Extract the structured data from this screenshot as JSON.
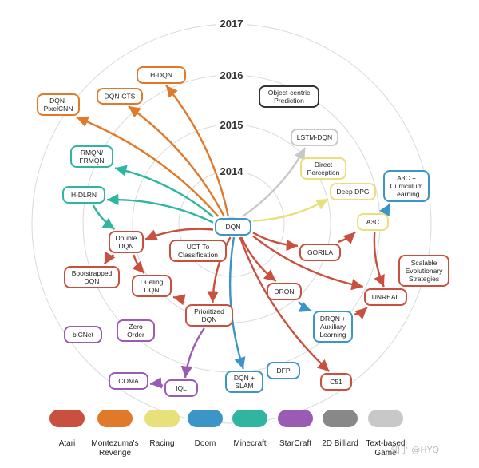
{
  "years": [
    "2017",
    "2016",
    "2015",
    "2014"
  ],
  "colors": {
    "atari": "#c9503e",
    "montezuma": "#e07a2a",
    "racing": "#e8e07a",
    "doom": "#3b95c7",
    "minecraft": "#2fb5a0",
    "starcraft": "#9a5bb5",
    "billiard": "#888888",
    "textgame": "#c8c8c8"
  },
  "nodes": [
    {
      "id": "hdqn",
      "lines": [
        "H-DQN"
      ],
      "color": "montezuma"
    },
    {
      "id": "dqncts",
      "lines": [
        "DQN-CTS"
      ],
      "color": "montezuma"
    },
    {
      "id": "dqnpixelcnn",
      "lines": [
        "DQN-",
        "PixelCNN"
      ],
      "color": "montezuma"
    },
    {
      "id": "objcentric",
      "lines": [
        "Object-centric",
        "Prediction"
      ],
      "color": "black"
    },
    {
      "id": "lstmdqn",
      "lines": [
        "LSTM-DQN"
      ],
      "color": "textgame"
    },
    {
      "id": "directperc",
      "lines": [
        "Direct",
        "Perception"
      ],
      "color": "racing"
    },
    {
      "id": "deepdpg",
      "lines": [
        "Deep DPG"
      ],
      "color": "racing"
    },
    {
      "id": "a3ccurr",
      "lines": [
        "A3C +",
        "Curriculum",
        "Learning"
      ],
      "color": "doom"
    },
    {
      "id": "a3c",
      "lines": [
        "A3C"
      ],
      "color": "racing"
    },
    {
      "id": "rmqn",
      "lines": [
        "RMQN/",
        "FRMQN"
      ],
      "color": "minecraft"
    },
    {
      "id": "hdlrn",
      "lines": [
        "H-DLRN"
      ],
      "color": "minecraft"
    },
    {
      "id": "dqn",
      "lines": [
        "DQN"
      ],
      "color": "doom"
    },
    {
      "id": "doubledqn",
      "lines": [
        "Double",
        "DQN"
      ],
      "color": "atari"
    },
    {
      "id": "uct",
      "lines": [
        "UCT To",
        "Classification"
      ],
      "color": "atari"
    },
    {
      "id": "gorila",
      "lines": [
        "GORILA"
      ],
      "color": "atari"
    },
    {
      "id": "scalable",
      "lines": [
        "Scalable",
        "Evolutionary",
        "Strategies"
      ],
      "color": "atari"
    },
    {
      "id": "bootdqn",
      "lines": [
        "Bootstrapped",
        "DQN"
      ],
      "color": "atari"
    },
    {
      "id": "duelingdqn",
      "lines": [
        "Dueling",
        "DQN"
      ],
      "color": "atari"
    },
    {
      "id": "drqn",
      "lines": [
        "DRQN"
      ],
      "color": "atari"
    },
    {
      "id": "unreal",
      "lines": [
        "UNREAL"
      ],
      "color": "atari"
    },
    {
      "id": "prioritized",
      "lines": [
        "Prioritized",
        "DQN"
      ],
      "color": "atari"
    },
    {
      "id": "drqnaux",
      "lines": [
        "DRQN +",
        "Auxiliary",
        "Learning"
      ],
      "color": "doom"
    },
    {
      "id": "bicnet",
      "lines": [
        "biCNet"
      ],
      "color": "starcraft"
    },
    {
      "id": "zeroorder",
      "lines": [
        "Zero",
        "Order"
      ],
      "color": "starcraft"
    },
    {
      "id": "dfp",
      "lines": [
        "DFP"
      ],
      "color": "doom"
    },
    {
      "id": "dqnslam",
      "lines": [
        "DQN +",
        "SLAM"
      ],
      "color": "doom"
    },
    {
      "id": "c51",
      "lines": [
        "C51"
      ],
      "color": "atari"
    },
    {
      "id": "coma",
      "lines": [
        "COMA"
      ],
      "color": "starcraft"
    },
    {
      "id": "iql",
      "lines": [
        "IQL"
      ],
      "color": "starcraft"
    }
  ],
  "edges": [
    {
      "from": "dqn",
      "to": "hdqn",
      "color": "montezuma"
    },
    {
      "from": "dqn",
      "to": "dqncts",
      "color": "montezuma"
    },
    {
      "from": "dqn",
      "to": "dqnpixelcnn",
      "color": "montezuma"
    },
    {
      "from": "dqn",
      "to": "lstmdqn",
      "color": "textgame"
    },
    {
      "from": "dqn",
      "to": "deepdpg",
      "color": "racing"
    },
    {
      "from": "dqn",
      "to": "rmqn",
      "color": "minecraft"
    },
    {
      "from": "dqn",
      "to": "hdlrn",
      "color": "minecraft"
    },
    {
      "from": "dqn",
      "to": "doubledqn",
      "color": "atari"
    },
    {
      "from": "dqn",
      "to": "gorila",
      "color": "atari"
    },
    {
      "from": "dqn",
      "to": "unreal",
      "color": "atari"
    },
    {
      "from": "dqn",
      "to": "drqn",
      "color": "atari"
    },
    {
      "from": "dqn",
      "to": "c51",
      "color": "atari"
    },
    {
      "from": "dqn",
      "to": "prioritized",
      "color": "atari"
    },
    {
      "from": "dqn",
      "to": "dqnslam",
      "color": "doom"
    },
    {
      "from": "gorila",
      "to": "a3c",
      "color": "atari"
    },
    {
      "from": "a3c",
      "to": "a3ccurr",
      "color": "doom"
    },
    {
      "from": "a3c",
      "to": "unreal",
      "color": "atari"
    },
    {
      "from": "doubledqn",
      "to": "bootdqn",
      "color": "atari"
    },
    {
      "from": "doubledqn",
      "to": "duelingdqn",
      "color": "atari"
    },
    {
      "from": "hdlrn",
      "to": "doubledqn",
      "color": "minecraft"
    },
    {
      "from": "prioritized",
      "to": "duelingdqn",
      "color": "atari"
    },
    {
      "from": "drqn",
      "to": "drqnaux",
      "color": "doom"
    },
    {
      "from": "drqnaux",
      "to": "unreal",
      "color": "atari"
    },
    {
      "from": "prioritized",
      "to": "iql",
      "color": "starcraft"
    },
    {
      "from": "iql",
      "to": "coma",
      "color": "starcraft"
    }
  ],
  "legend": [
    {
      "label": "Atari",
      "color": "atari"
    },
    {
      "label": "Montezuma's Revenge",
      "color": "montezuma"
    },
    {
      "label": "Racing",
      "color": "racing"
    },
    {
      "label": "Doom",
      "color": "doom"
    },
    {
      "label": "Minecraft",
      "color": "minecraft"
    },
    {
      "label": "StarCraft",
      "color": "starcraft"
    },
    {
      "label": "2D Billiard",
      "color": "billiard"
    },
    {
      "label": "Text-based Game",
      "color": "textgame"
    }
  ],
  "watermark": "知乎 @HYQ"
}
